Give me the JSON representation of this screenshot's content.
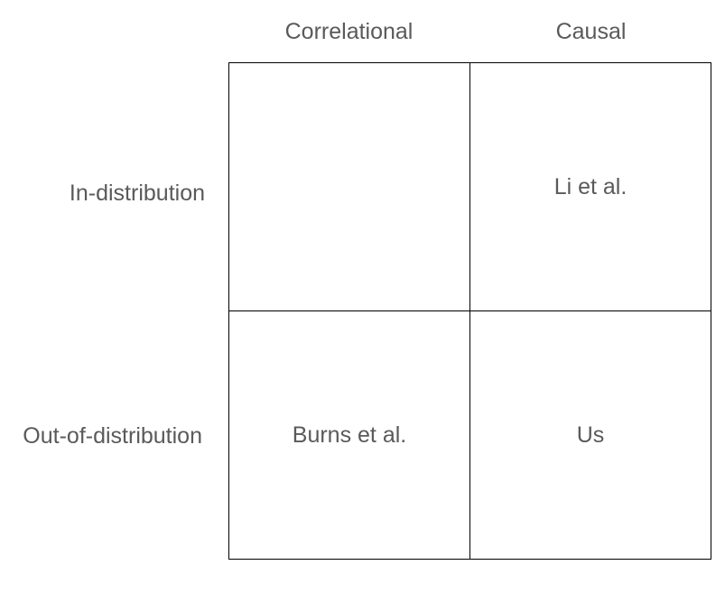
{
  "columns": [
    "Correlational",
    "Causal"
  ],
  "rows": [
    "In-distribution",
    "Out-of-distribution"
  ],
  "cells": [
    [
      "",
      "Li et al."
    ],
    [
      "Burns et al.",
      "Us"
    ]
  ],
  "colors": {
    "text": "#5a5a5a",
    "grid_line": "#000000",
    "background": "#ffffff"
  }
}
